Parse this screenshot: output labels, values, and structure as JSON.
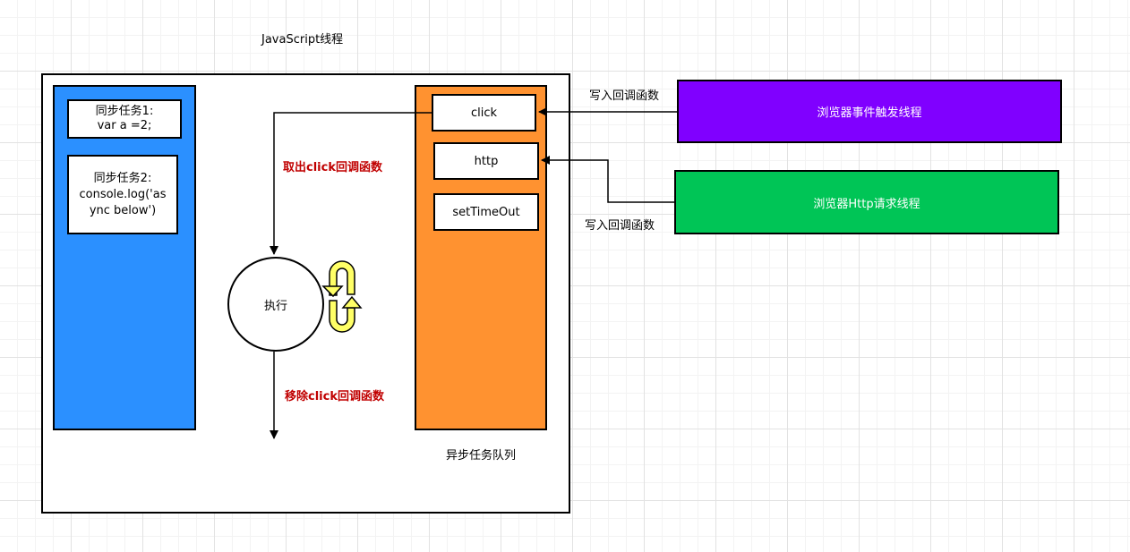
{
  "title": "JavaScript线程",
  "sync_tasks": [
    {
      "line1": "同步任务1:",
      "line2": "var a =2;"
    },
    {
      "line1": "同步任务2:",
      "line2": "console.log('as",
      "line3": "ync below')"
    }
  ],
  "execute_label": "执行",
  "take_out_label": "取出click回调函数",
  "remove_label": "移除click回调函数",
  "queue": {
    "items": [
      "click",
      "http",
      "setTimeOut"
    ],
    "label": "异步任务队列"
  },
  "threads": {
    "event_thread": "浏览器事件触发线程",
    "http_thread": "浏览器Http请求线程"
  },
  "write_callback_top": "写入回调函数",
  "write_callback_bottom": "写入回调函数",
  "colors": {
    "sync_panel": "#2b90ff",
    "queue_panel": "#ff9230",
    "event_thread": "#8000ff",
    "http_thread": "#00c556",
    "loop_icon": "#ffff66",
    "red_text": "#c00000"
  },
  "icons": {
    "loop": "loop-arrows-icon"
  }
}
